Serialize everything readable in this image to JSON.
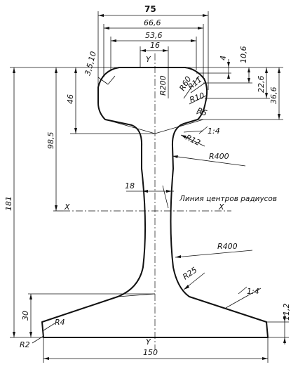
{
  "title_dim": "75",
  "dims": {
    "d666": "66,6",
    "d536": "53,6",
    "d16": "16",
    "d4": "4",
    "d106": "10,6",
    "d226": "22,6",
    "d366": "36,6",
    "d46": "46",
    "d985": "98,5",
    "d181": "181",
    "d30": "30",
    "d112": "11,2",
    "d18": "18",
    "d150": "150",
    "d3510": "3,5,10"
  },
  "radii": {
    "r200": "R200",
    "r60": "R60",
    "r11": "R11",
    "r10": "R10",
    "r5": "R5",
    "r12": "R12",
    "r400a": "R400",
    "r400b": "R400",
    "r25": "R25",
    "r4": "R4",
    "r2": "R2"
  },
  "slopes": {
    "head": "1:4",
    "base": "1:4"
  },
  "axes": {
    "y_top": "Y",
    "y_bottom": "Y",
    "x_left": "X",
    "x_right": "X"
  },
  "note": "Линия центров радиусов"
}
